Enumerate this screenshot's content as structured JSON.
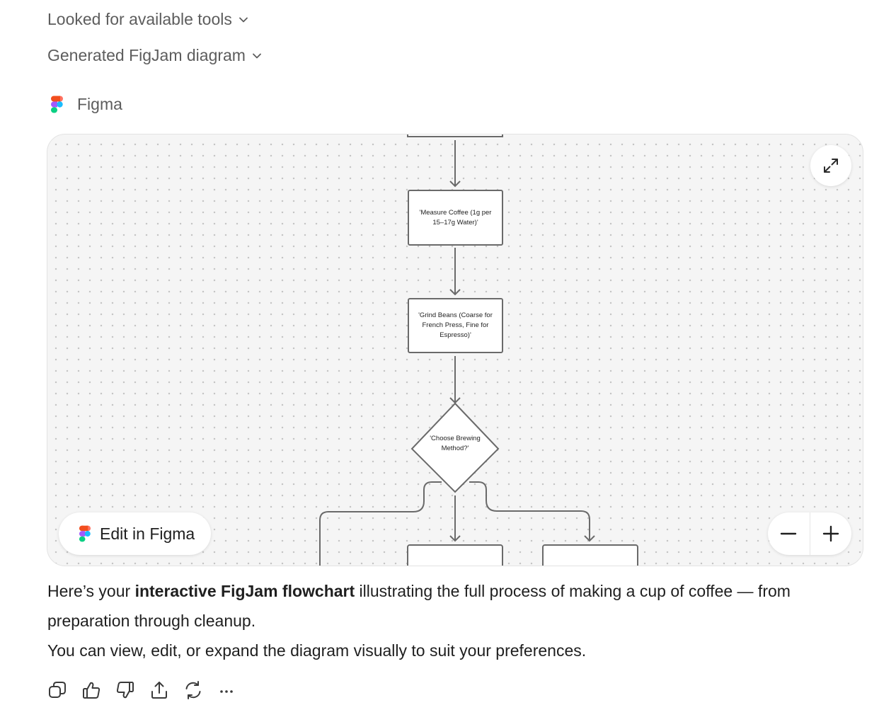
{
  "steps": {
    "tools_label": "Looked for available tools",
    "diagram_label": "Generated FigJam diagram"
  },
  "app": {
    "name": "Figma"
  },
  "diagram": {
    "nodes": [
      "'Measure Coffee (1g per 15–17g Water)'",
      "'Grind Beans (Coarse for French Press, Fine for Espresso)'"
    ],
    "decision": "'Choose Brewing Method?'",
    "edit_button": "Edit in Figma"
  },
  "message": {
    "before_bold": "Here’s your ",
    "bold": "interactive FigJam flowchart",
    "after_bold": " illustrating the full process of making a cup of coffee — from preparation through cleanup.",
    "second_line": "You can view, edit, or expand the diagram visually to suit your preferences."
  },
  "icons": {
    "chevron": "chevron-down-icon",
    "logo": "figma-logo-icon",
    "expand": "expand-icon",
    "zoom_out": "minus-icon",
    "zoom_in": "plus-icon",
    "actions": [
      "copy-icon",
      "thumbs-up-icon",
      "thumbs-down-icon",
      "share-icon",
      "retry-icon",
      "more-icon"
    ]
  },
  "colors": {
    "figma_red": "#F24E1E",
    "figma_orange": "#FF7262",
    "figma_purple": "#A259FF",
    "figma_blue": "#1ABCFE",
    "figma_green": "#0ACF83"
  }
}
